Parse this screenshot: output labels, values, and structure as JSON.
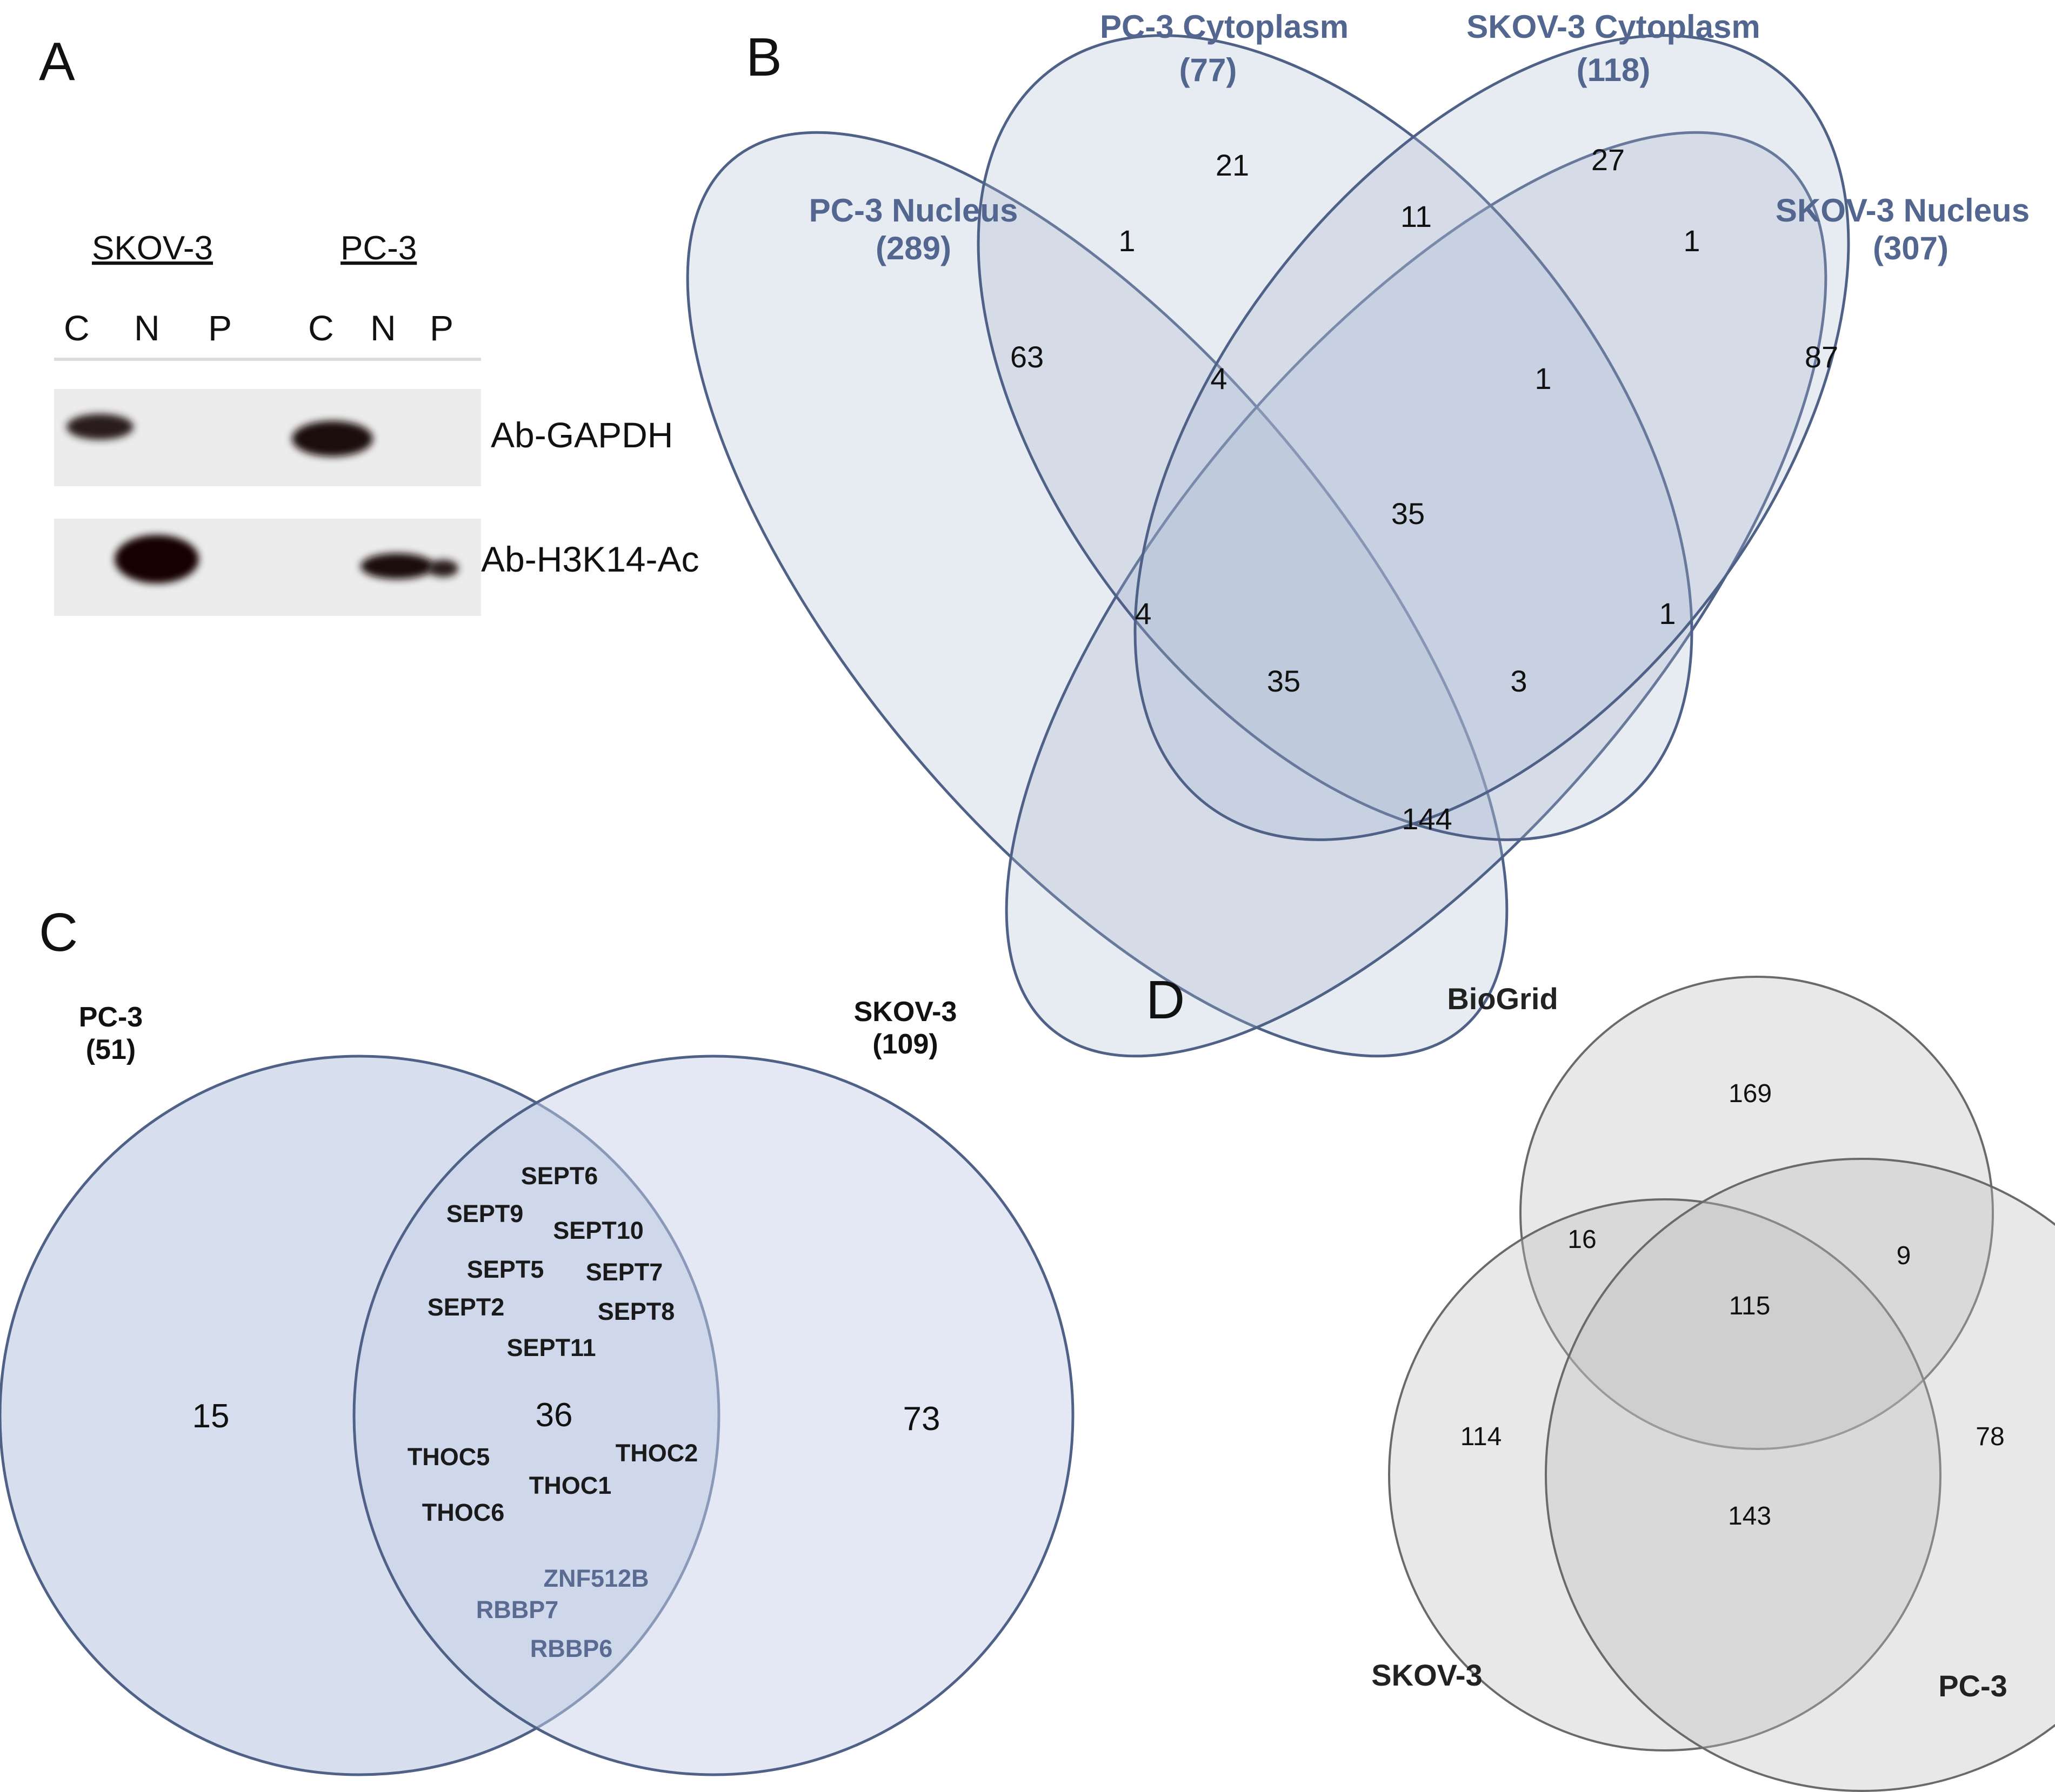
{
  "panels": {
    "a": {
      "letter": "A",
      "cell_lines": [
        "SKOV-3",
        "PC-3"
      ],
      "lanes": [
        "C",
        "N",
        "P",
        "C",
        "N",
        "P"
      ],
      "antibodies": [
        "Ab-GAPDH",
        "Ab-H3K14-Ac"
      ]
    },
    "b": {
      "letter": "B",
      "sets": [
        {
          "name": "PC-3 Nucleus",
          "count": "(289)"
        },
        {
          "name": "PC-3 Cytoplasm",
          "count": "(77)"
        },
        {
          "name": "SKOV-3 Cytoplasm",
          "count": "(118)"
        },
        {
          "name": "SKOV-3 Nucleus",
          "count": "(307)"
        }
      ],
      "regions": [
        "21",
        "27",
        "11",
        "1",
        "1",
        "63",
        "4",
        "1",
        "87",
        "35",
        "4",
        "1",
        "35",
        "3",
        "144"
      ]
    },
    "c": {
      "letter": "C",
      "sets": [
        {
          "name": "PC-3",
          "count": "(51)"
        },
        {
          "name": "SKOV-3",
          "count": "(109)"
        }
      ],
      "regions": {
        "left": "15",
        "center": "36",
        "right": "73"
      },
      "genes": [
        "SEPT6",
        "SEPT9",
        "SEPT10",
        "SEPT5",
        "SEPT7",
        "SEPT2",
        "SEPT8",
        "SEPT11",
        "THOC5",
        "THOC2",
        "THOC1",
        "THOC6"
      ],
      "genes_other": [
        "ZNF512B",
        "RBBP7",
        "RBBP6"
      ]
    },
    "d": {
      "letter": "D",
      "sets": [
        "BioGrid",
        "SKOV-3",
        "PC-3"
      ],
      "regions": [
        "169",
        "16",
        "9",
        "115",
        "114",
        "78",
        "143"
      ]
    }
  },
  "colors": {
    "venn_outline": "#4f6187",
    "venn_fill": "#a9b6cf",
    "set_label": "#53668f",
    "grey_outline": "#6a6a6a",
    "grey_fill": "#bdbdbd"
  }
}
